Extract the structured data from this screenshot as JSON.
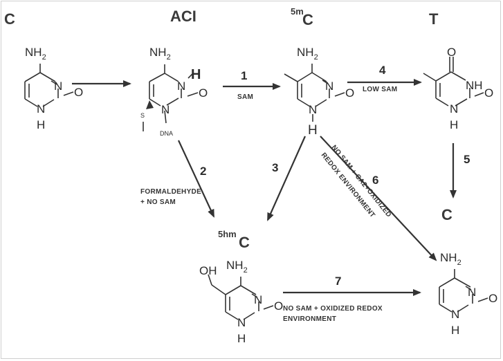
{
  "headers": {
    "c_start": "C",
    "aci": "ACI",
    "mc_sup": "5m",
    "mc_main": "C",
    "t": "T",
    "c_end": "C",
    "hmc_sup": "5hm",
    "hmc_main": "C"
  },
  "atoms": {
    "n": "N",
    "h": "H",
    "o": "O",
    "nh": "NH",
    "nh2_base": "NH",
    "nh2_sub": "2",
    "oh": "OH",
    "s": "S",
    "dna": "DNA"
  },
  "steps": [
    {
      "num": "1",
      "label": "SAM"
    },
    {
      "num": "2",
      "label": "FORMALDEHYDE",
      "label2": "+ NO SAM"
    },
    {
      "num": "3"
    },
    {
      "num": "4",
      "label": "LOW SAM"
    },
    {
      "num": "5"
    },
    {
      "num": "6",
      "label": "NO SAM + CA2+OXIDIZED",
      "label2": "REDOX ENVIRONMENT"
    },
    {
      "num": "7",
      "label": "NO SAM + OXIDIZED REDOX",
      "label2": "ENVIRONMENT"
    }
  ]
}
